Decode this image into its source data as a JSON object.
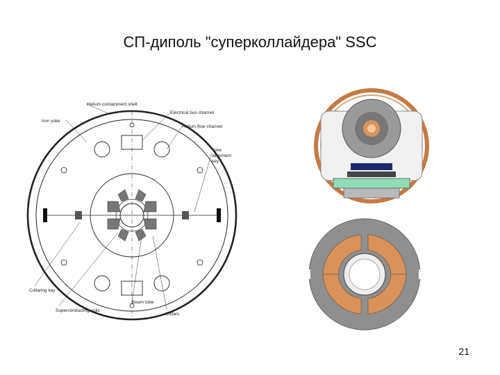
{
  "slide": {
    "title": "СП-диполь \"суперколлайдера\" SSC",
    "page_number": "21"
  },
  "diagram": {
    "labels": {
      "helium_containment_shell": "Helium containment shell",
      "iron_yoke": "Iron yoke",
      "electrical_bus_channel": "Electrical bus channel",
      "helium_flow_channel": "Helium flow channel",
      "yoke_alignment_key_1": "Yoke",
      "yoke_alignment_key_2": "alignment",
      "yoke_alignment_key_3": "key",
      "collaring_key": "Collaring key",
      "beam_tube": "Beam tube",
      "superconducting_coils": "Superconducting coils",
      "collars": "Collars"
    }
  },
  "colors": {
    "copper_ring": "#c47a45",
    "cross_section_gray": "#8f8f8f",
    "coil_orange": "#d9935a",
    "coil_dark": "#6b4a35",
    "helium_green": "#8fdcb6",
    "bus_navy": "#1c2a6b"
  }
}
